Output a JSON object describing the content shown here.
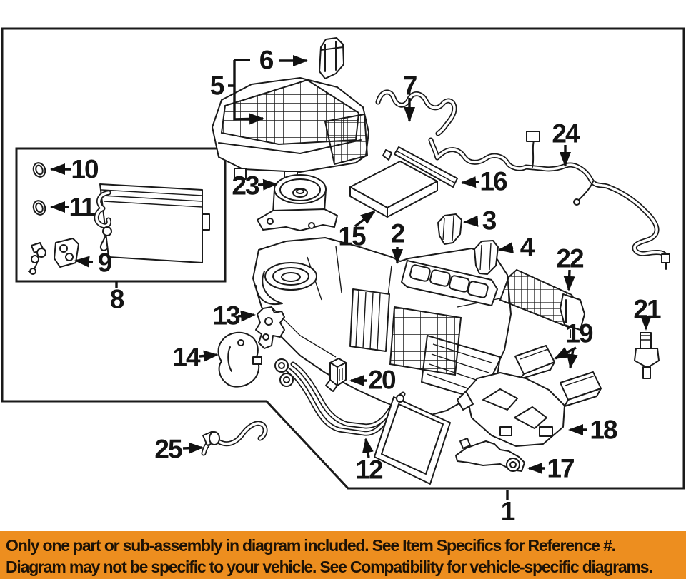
{
  "banner": {
    "line1": "Only one part or sub-assembly in diagram included. See Item Specifics for Reference #.",
    "line2": "Diagram may not be specific to your vehicle. See Compatibility for vehicle-specific diagrams.",
    "background_color": "#ED8E1F",
    "text_color": "#1D1206"
  },
  "diagram": {
    "line_color": "#1A1A1A",
    "background_color": "#FFFFFF",
    "callouts": [
      {
        "label": "1"
      },
      {
        "label": "2"
      },
      {
        "label": "3"
      },
      {
        "label": "4"
      },
      {
        "label": "5"
      },
      {
        "label": "6"
      },
      {
        "label": "7"
      },
      {
        "label": "8"
      },
      {
        "label": "9"
      },
      {
        "label": "10"
      },
      {
        "label": "11"
      },
      {
        "label": "12"
      },
      {
        "label": "13"
      },
      {
        "label": "14"
      },
      {
        "label": "15"
      },
      {
        "label": "16"
      },
      {
        "label": "17"
      },
      {
        "label": "18"
      },
      {
        "label": "19"
      },
      {
        "label": "20"
      },
      {
        "label": "21"
      },
      {
        "label": "22"
      },
      {
        "label": "23"
      },
      {
        "label": "24"
      },
      {
        "label": "25"
      }
    ]
  }
}
